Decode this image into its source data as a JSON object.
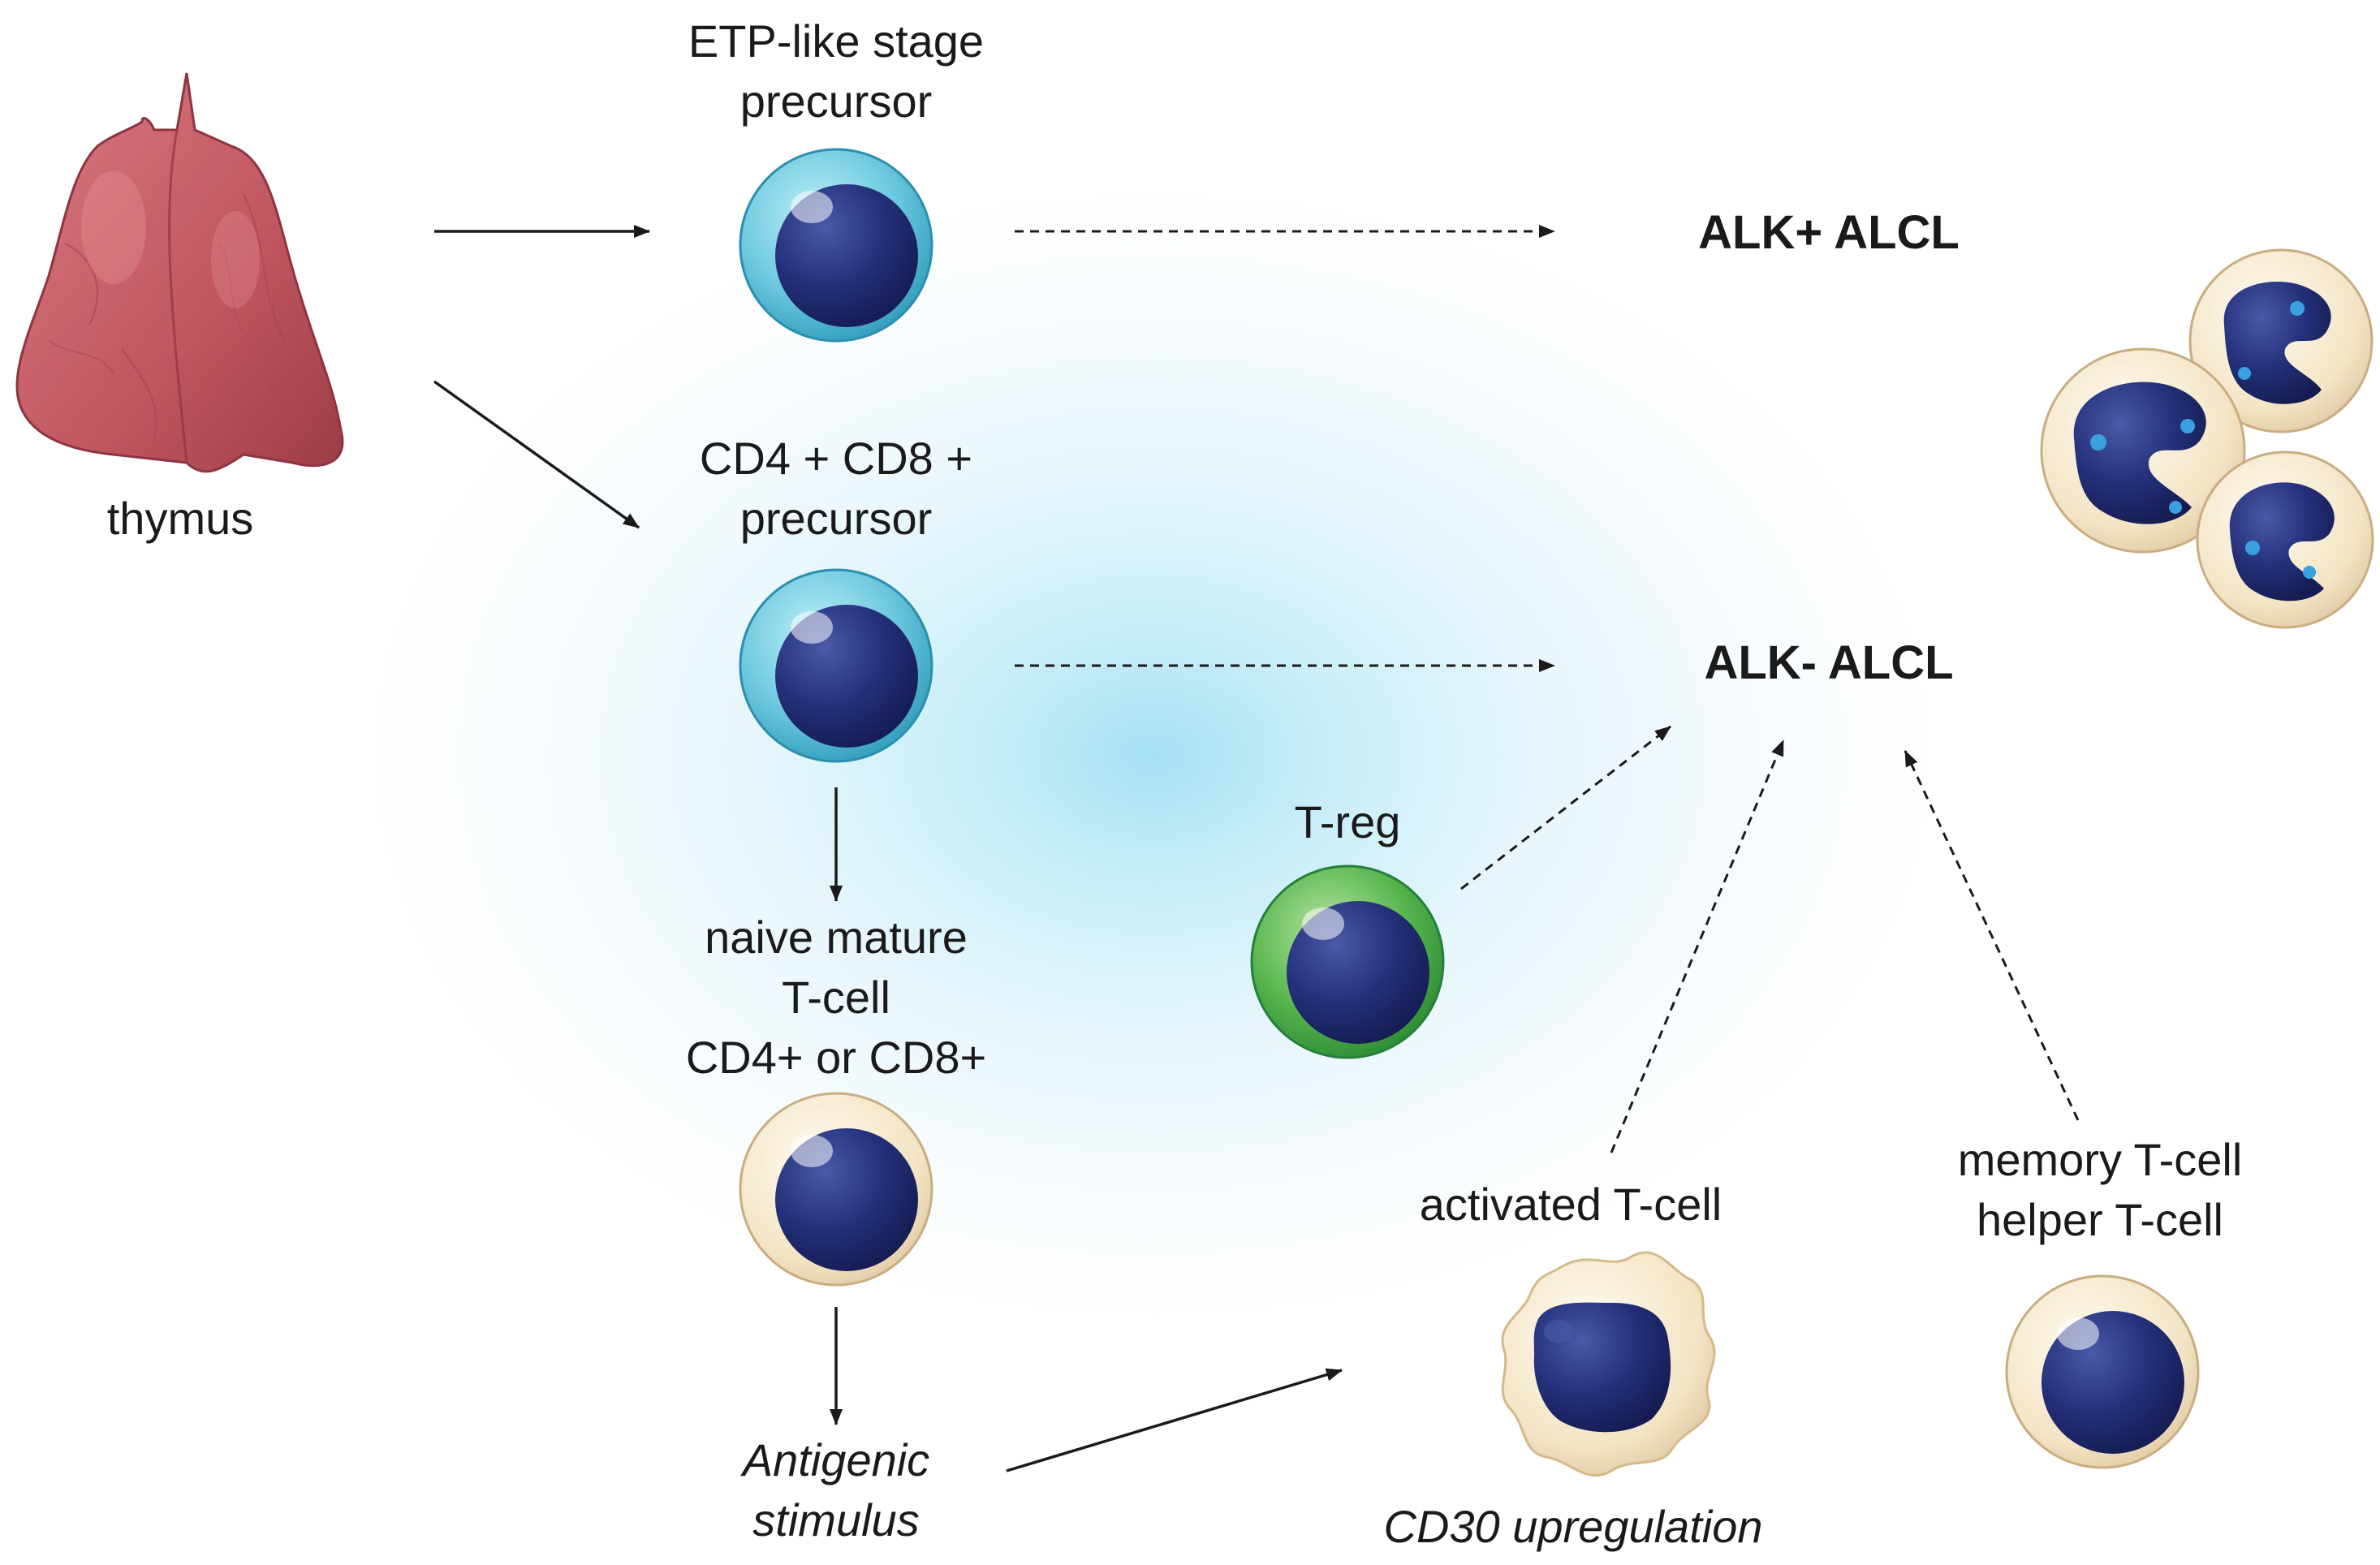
{
  "thymus": {
    "label": "thymus"
  },
  "etp_precursor": {
    "label_lines": [
      "ETP-like stage",
      "precursor"
    ]
  },
  "dp_precursor": {
    "label_lines": [
      "CD4 + CD8 +",
      "precursor"
    ]
  },
  "naive_tcell": {
    "label_lines": [
      "naive mature",
      "T-cell",
      "CD4+ or CD8+"
    ]
  },
  "antigenic_stimulus": {
    "label_lines": [
      "Antigenic",
      "stimulus"
    ]
  },
  "treg": {
    "label": "T-reg"
  },
  "activated_tcell": {
    "label": "activated T-cell",
    "note": "CD30 upregulation"
  },
  "memory_tcell": {
    "label_lines": [
      "memory T-cell",
      "helper T-cell"
    ]
  },
  "alk_pos": {
    "label": "ALK+ ALCL"
  },
  "alk_neg": {
    "label": "ALK- ALCL"
  },
  "colors": {
    "arrow": "#1a1a1a",
    "nucleus": "#1f2a6e",
    "precursor_ring": "#4fb8d0",
    "treg_ring": "#3ea44a",
    "mature_cytoplasm": "#f3e4c4",
    "thymus": "#c8636a",
    "background_glow": "#a6e1f3"
  }
}
